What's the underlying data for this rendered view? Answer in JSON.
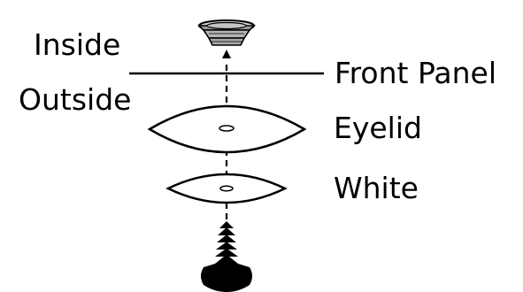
{
  "labels": {
    "inside": "Inside",
    "outside": "Outside",
    "front_panel": "Front Panel",
    "eyelid": "Eyelid",
    "white": "White"
  },
  "colors": {
    "stroke": "#000000",
    "fill": "#ffffff",
    "washer_fill": "#b8b8b8",
    "washer_top": "#d9d9d9",
    "text": "#000000"
  },
  "icons": {
    "washer": "safety-eye-washer-icon",
    "stem": "safety-eye-stem-icon"
  }
}
